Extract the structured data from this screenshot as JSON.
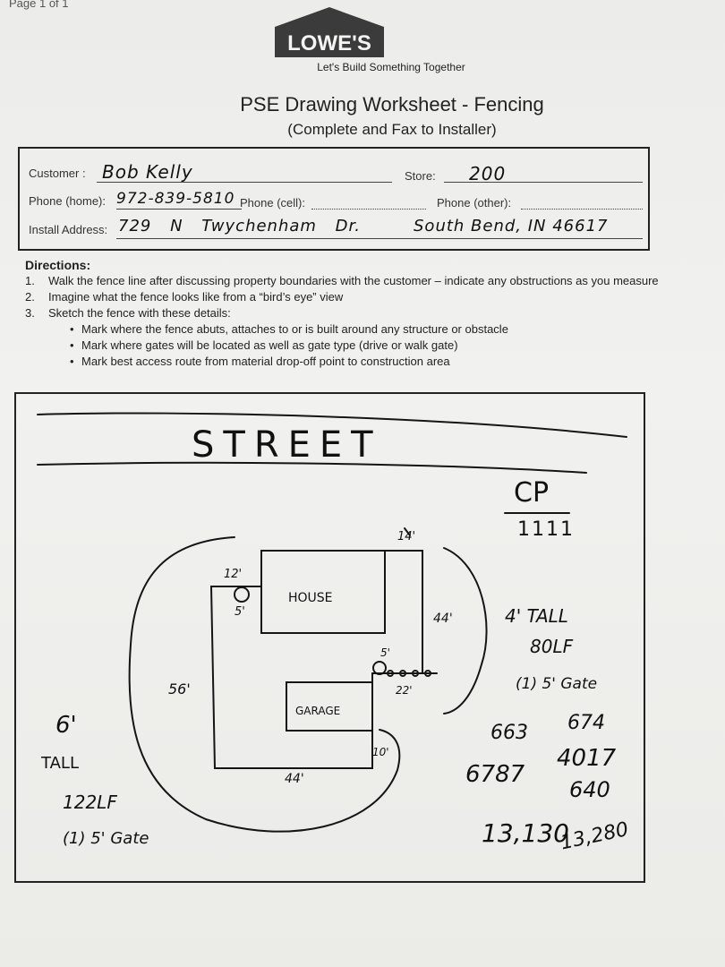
{
  "page_number": "Page 1 of 1",
  "logo": {
    "text": "LOWE'S",
    "tagline": "Let's Build Something Together"
  },
  "worksheet": {
    "title": "PSE Drawing Worksheet - Fencing",
    "subtitle": "(Complete and Fax to Installer)"
  },
  "form": {
    "customer_label": "Customer :",
    "customer_value": "Bob Kelly",
    "store_label": "Store:",
    "store_value": "200",
    "phone_home_label": "Phone (home):",
    "phone_home_value": "972-839-5810",
    "phone_cell_label": "Phone (cell):",
    "phone_other_label": "Phone (other):",
    "address_label": "Install Address:",
    "address_value": "729 N Twychenham Dr.",
    "city_value": "South Bend, IN 46617"
  },
  "directions": {
    "heading": "Directions:",
    "steps": [
      {
        "num": "1.",
        "text": "Walk the fence line after discussing property boundaries with the customer – indicate any obstructions as you measure"
      },
      {
        "num": "2.",
        "text": "Imagine what the fence looks like from a “bird’s eye” view"
      },
      {
        "num": "3.",
        "text": "Sketch the fence with these details:"
      }
    ],
    "bullets": [
      "Mark where the fence abuts, attaches to or is built around any structure or obstacle",
      "Mark where gates will be located as well as gate type (drive or walk gate)",
      "Mark best access route from material drop-off point to construction area"
    ]
  },
  "sketch": {
    "street": "STREET",
    "house": "HOUSE",
    "garage": "GARAGE",
    "dims": {
      "d14": "14'",
      "d12": "12'",
      "d5a": "5'",
      "d44r": "44'",
      "d5b": "5'",
      "d22": "22'",
      "d56": "56'",
      "d10": "10'",
      "d44b": "44'"
    },
    "notes_left": [
      "6'",
      "TALL",
      "122LF",
      "(1) 5' Gate"
    ],
    "notes_right": [
      "CP",
      "1111",
      "4' TALL",
      "80LF",
      "(1) 5' Gate",
      "663",
      "674",
      "6787",
      "4017",
      "640",
      "13,130",
      "13,280"
    ]
  }
}
